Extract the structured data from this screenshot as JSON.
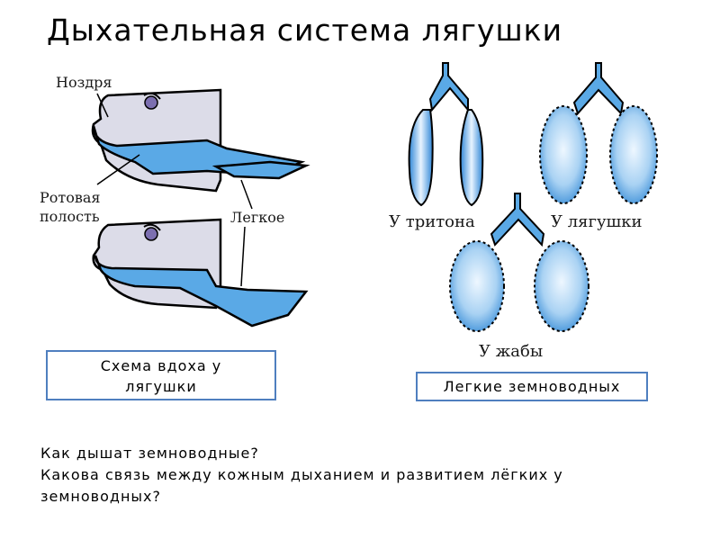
{
  "title": "Дыхательная система лягушки",
  "labels": {
    "nostril": "Ноздря",
    "oral_cavity_line1": "Ротовая",
    "oral_cavity_line2": "полость",
    "lung": "Легкое"
  },
  "lung_captions": {
    "newt": "У тритона",
    "frog": "У лягушки",
    "toad": "У жабы"
  },
  "boxes": {
    "inhale_scheme": "Схема вдоха у лягушки",
    "amphibian_lungs": "Легкие земноводных"
  },
  "questions": [
    "Как дышат земноводные?",
    "Какова связь между кожным дыханием и развитием лёгких у земноводных?"
  ],
  "colors": {
    "lung_blue": "#5aa9e6",
    "head_fill": "#dcdce8",
    "box_border": "#4f7fbf"
  }
}
